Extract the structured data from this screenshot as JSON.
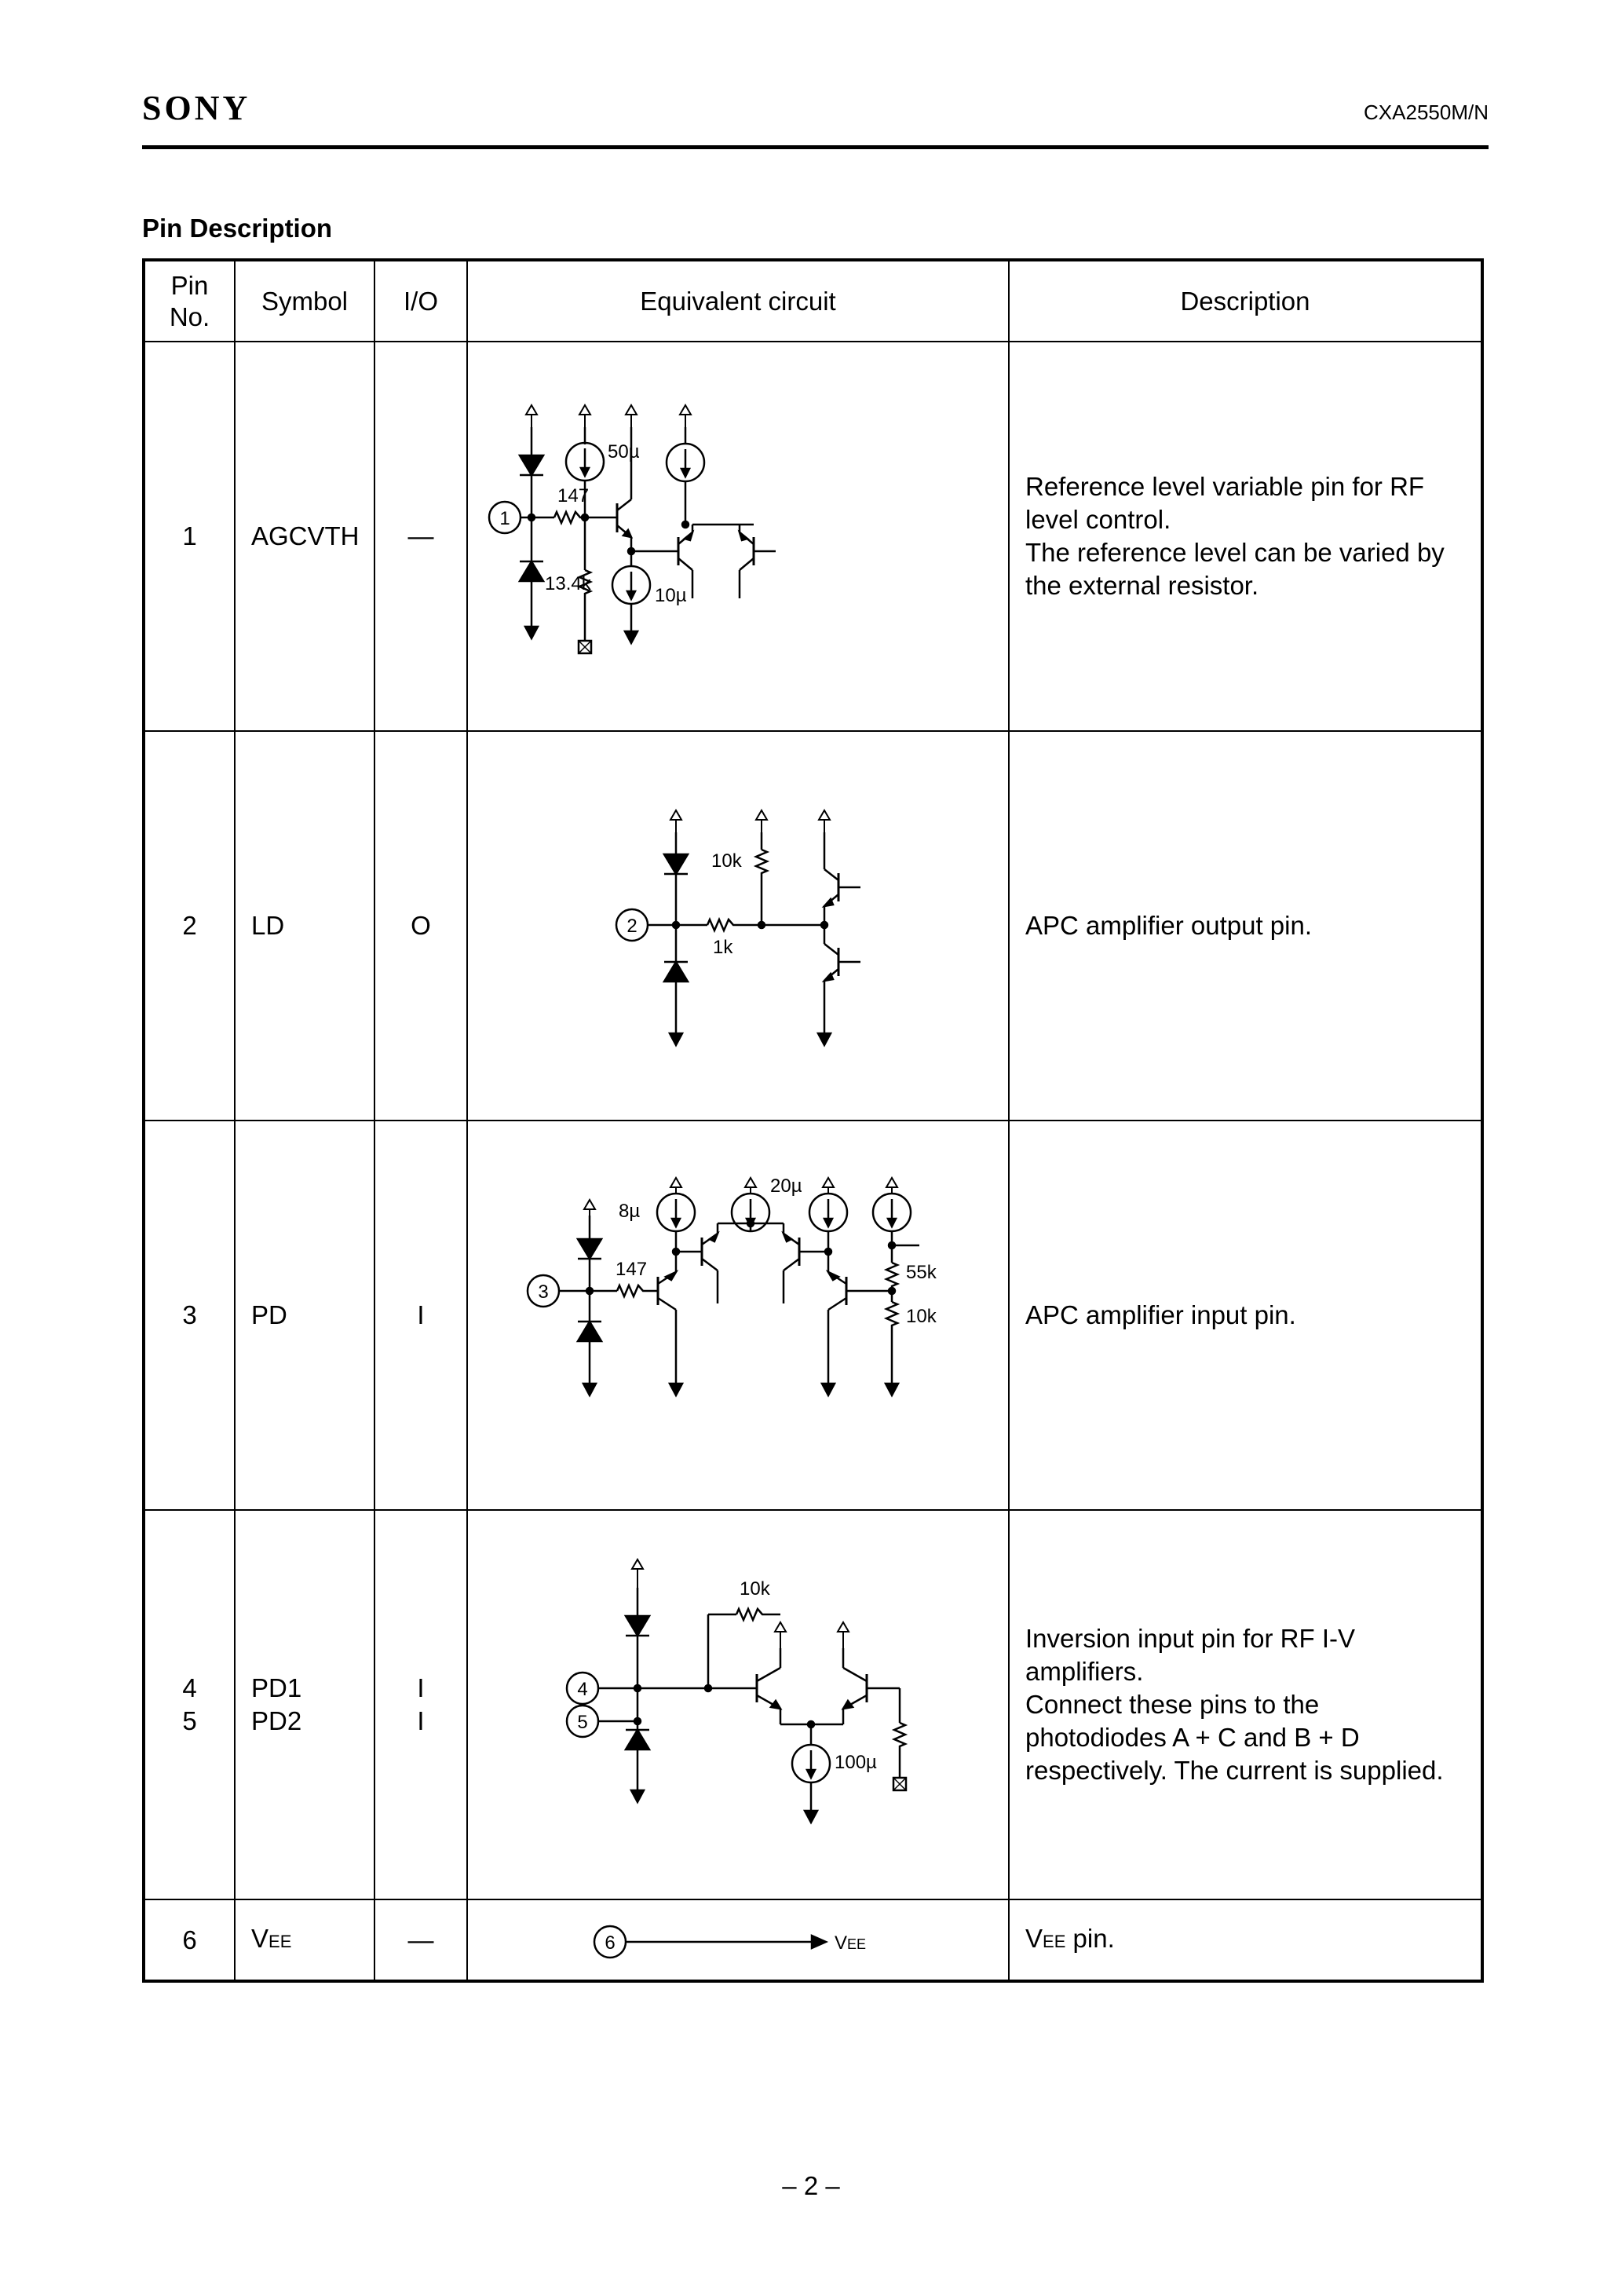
{
  "header": {
    "logo": "SONY",
    "part_number": "CXA2550M/N"
  },
  "section_title": "Pin Description",
  "columns": {
    "pin_no": "Pin No.",
    "symbol": "Symbol",
    "io": "I/O",
    "circuit": "Equivalent circuit",
    "description": "Description"
  },
  "rows": [
    {
      "pin": "1",
      "symbol": "AGCVTH",
      "io": "—",
      "labels": {
        "r1": "147",
        "r2": "13.4k",
        "i1": "50µ",
        "i2": "10µ"
      },
      "description": [
        "Reference level variable pin for RF",
        "level control.",
        "The reference level can be varied by",
        "the external resistor."
      ]
    },
    {
      "pin": "2",
      "symbol": "LD",
      "io": "O",
      "labels": {
        "r1": "10k",
        "r2": "1k"
      },
      "description": [
        "APC amplifier output pin."
      ]
    },
    {
      "pin": "3",
      "symbol": "PD",
      "io": "I",
      "labels": {
        "i1": "8µ",
        "i2": "20µ",
        "r1": "147",
        "r2": "55k",
        "r3": "10k"
      },
      "description": [
        "APC amplifier input pin."
      ]
    },
    {
      "pin": "4",
      "pin2": "5",
      "symbol": "PD1",
      "symbol2": "PD2",
      "io": "I",
      "io2": "I",
      "labels": {
        "r1": "10k",
        "i1": "100µ"
      },
      "description": [
        "Inversion input pin for RF I-V",
        "amplifiers.",
        "Connect these pins to the",
        "photodiodes A + C and B + D",
        "respectively. The current is supplied."
      ]
    },
    {
      "pin": "6",
      "symbol": "V",
      "symbol_sub": "EE",
      "io": "—",
      "labels": {
        "node": "V",
        "node_sub": "EE"
      },
      "description_main": "V",
      "description_sub": "EE",
      "description_rest": " pin."
    }
  ],
  "page_number": "– 2 –"
}
